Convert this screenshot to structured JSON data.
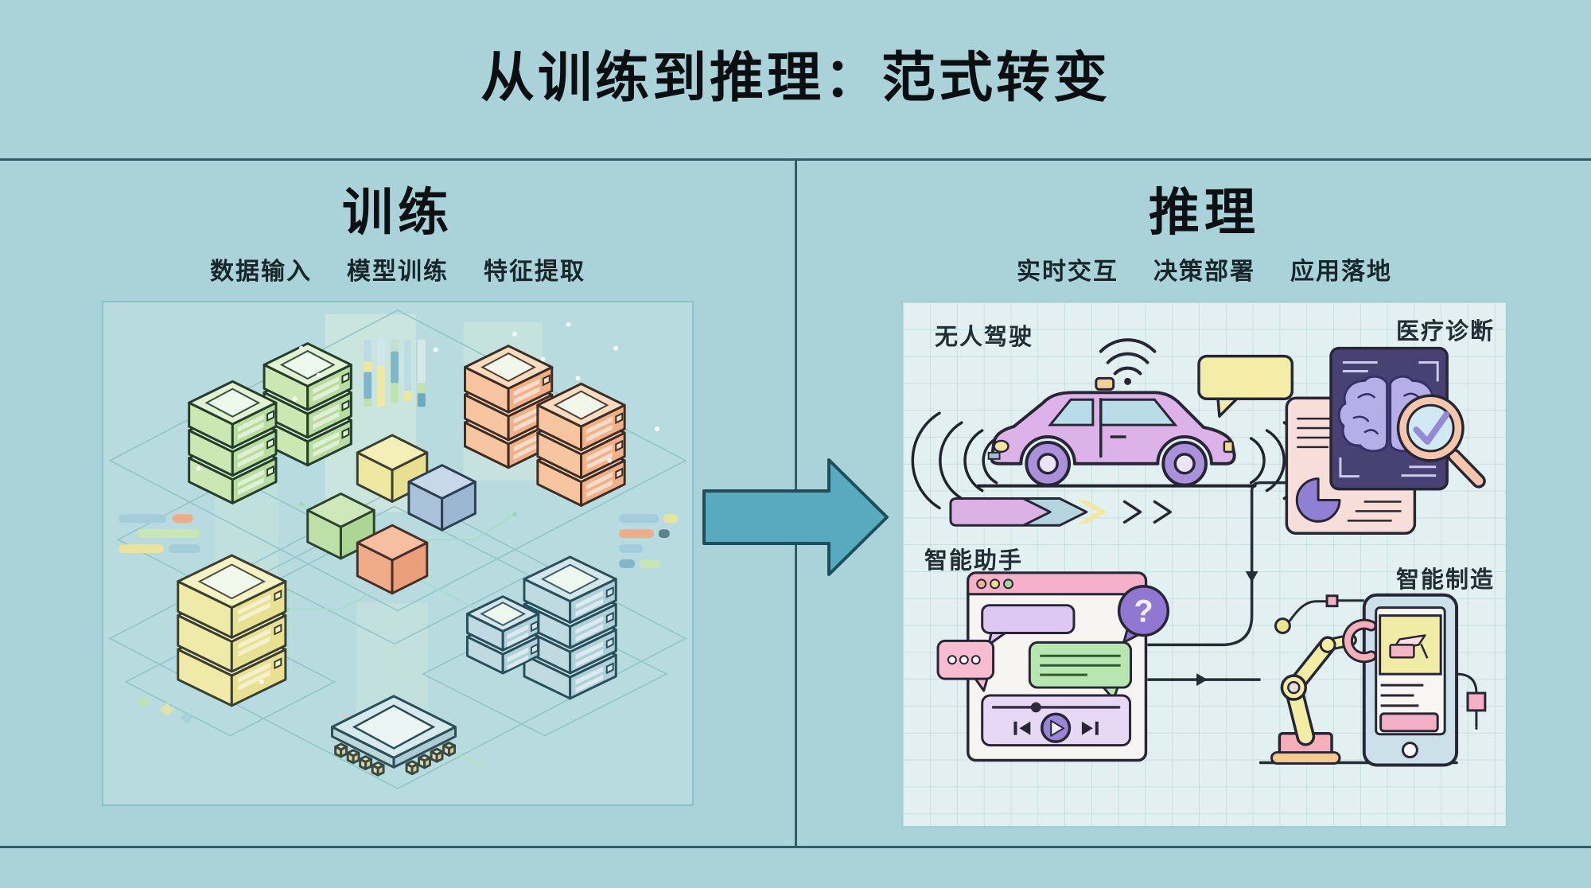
{
  "title": "从训练到推理：范式转变",
  "panels": {
    "training": {
      "heading": "训练",
      "tags": [
        "数据输入",
        "模型训练",
        "特征提取"
      ],
      "illustration_items": [
        "green-server-stack",
        "orange-server-stack",
        "yellow-server-stack",
        "blue-server-stack",
        "data-cubes",
        "cpu-chip",
        "isometric-grid"
      ]
    },
    "inference": {
      "heading": "推理",
      "tags": [
        "实时交互",
        "决策部署",
        "应用落地"
      ],
      "quadrants": [
        {
          "label": "无人驾驶",
          "icon": "autonomous-car-icon"
        },
        {
          "label": "医疗诊断",
          "icon": "brain-scan-icon"
        },
        {
          "label": "智能助手",
          "icon": "chat-assistant-icon"
        },
        {
          "label": "智能制造",
          "icon": "robot-arm-icon"
        }
      ]
    }
  },
  "transition": {
    "icon": "right-arrow-icon"
  },
  "glyphs": {
    "question_mark": "?"
  },
  "colors": {
    "background": "#a9d3d8",
    "arrow": "#58aabf",
    "divider": "#2f5e66"
  }
}
